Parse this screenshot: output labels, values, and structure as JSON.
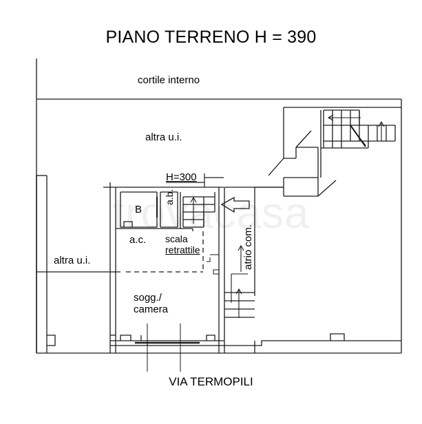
{
  "document": {
    "title": "PIANO TERRENO H = 390",
    "street_label": "VIA TERMOPILI",
    "watermark": "trovacasa"
  },
  "labels": {
    "cortile_interno": "cortile interno",
    "altra_ui_top": "altra u.i.",
    "altra_ui_left": "altra u.i.",
    "height_note": "H=300",
    "bagno": "B",
    "antibagno": "a.b.",
    "angolo_cottura": "a.c.",
    "scala_line1": "scala",
    "scala_line2": "retrattile",
    "soggiorno_line1": "sogg./",
    "soggiorno_line2": "camera",
    "atrio_comune": "atrio com."
  },
  "chart_data": {
    "type": "table",
    "title": "PIANO TERRENO H = 390",
    "rooms": [
      {
        "name": "cortile interno",
        "type": "courtyard"
      },
      {
        "name": "altra u.i.",
        "type": "other-unit"
      },
      {
        "name": "altra u.i.",
        "type": "other-unit"
      },
      {
        "name": "B",
        "type": "bathroom",
        "ceiling_height_cm": 300
      },
      {
        "name": "a.b.",
        "type": "anteroom-bathroom",
        "ceiling_height_cm": 300
      },
      {
        "name": "a.c.",
        "type": "kitchenette"
      },
      {
        "name": "sogg./camera",
        "type": "living-bedroom"
      },
      {
        "name": "atrio com.",
        "type": "common-hall"
      }
    ],
    "annotations": [
      "H=300",
      "scala retrattile",
      "VIA TERMOPILI"
    ],
    "ceiling_height_cm": 390
  }
}
